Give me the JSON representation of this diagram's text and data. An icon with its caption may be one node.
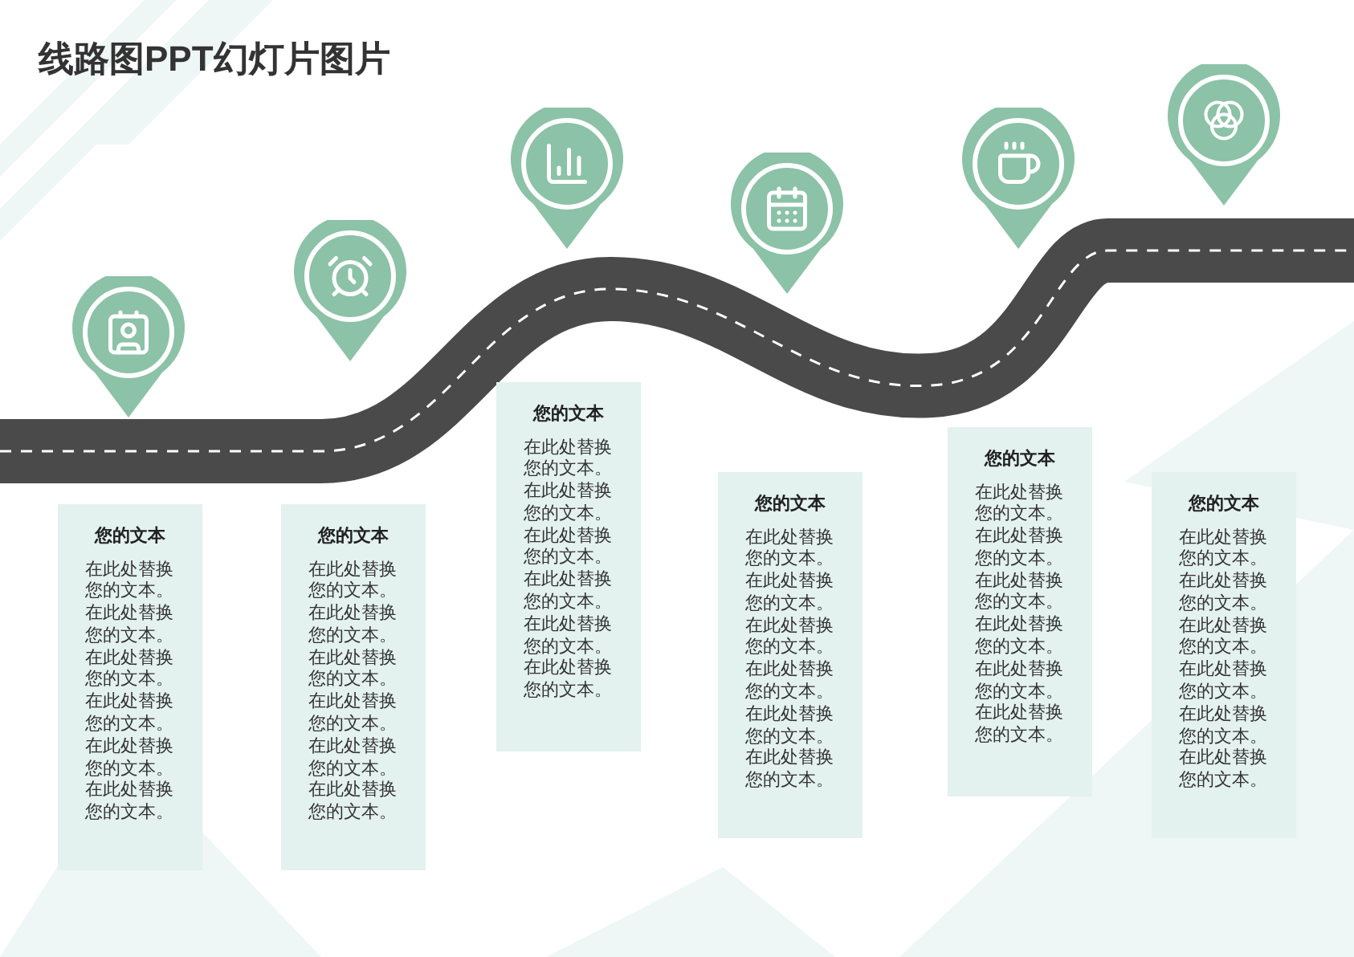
{
  "diagram": {
    "title": "线路图PPT幻灯片图片",
    "nodes": [
      {
        "text": [
          "您的文本",
          "在此处替换您的文本。在此处替换您的文本。在此处替换您的文本。在此处替换您的文本。在此处替换您的文本。在此处替换您的文本。"
        ]
      },
      {
        "text": [
          "您的文本",
          "在此处替换您的文本。在此处替换您的文本。在此处替换您的文本。在此处替换您的文本。在此处替换您的文本。在此处替换您的文本。"
        ]
      },
      {
        "text": [
          "您的文本",
          "在此处替换您的文本。在此处替换您的文本。在此处替换您的文本。在此处替换您的文本。在此处替换您的文本。在此处替换您的文本。"
        ]
      },
      {
        "text": [
          "您的文本",
          "在此处替换您的文本。在此处替换您的文本。在此处替换您的文本。在此处替换您的文本。在此处替换您的文本。在此处替换您的文本。"
        ]
      },
      {
        "text": [
          "您的文本",
          "在此处替换您的文本。在此处替换您的文本。在此处替换您的文本。在此处替换您的文本。在此处替换您的文本。在此处替换您的文本。"
        ]
      },
      {
        "text": [
          "您的文本",
          "在此处替换您的文本。在此处替换您的文本。在此处替换您的文本。在此处替换您的文本。在此处替换您的文本。在此处替换您的文本。"
        ]
      }
    ]
  }
}
